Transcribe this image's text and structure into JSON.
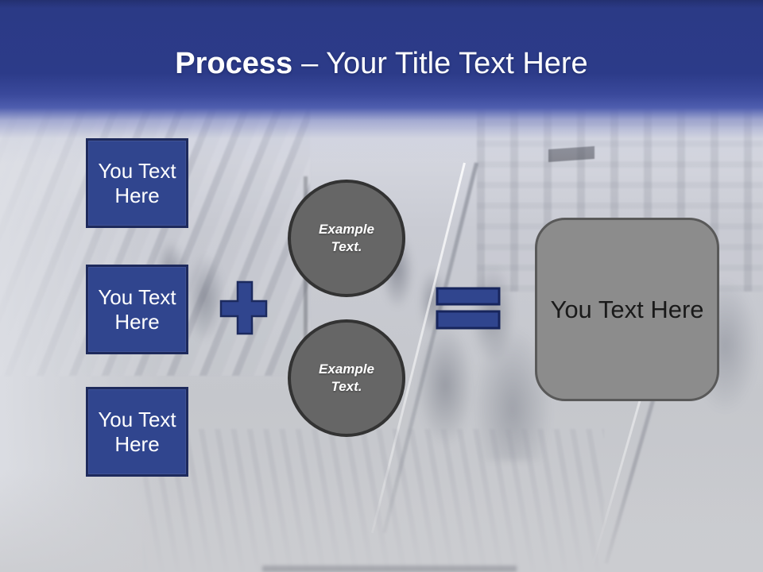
{
  "slide": {
    "title": {
      "bold": "Process",
      "rest": "– Your Title Text Here"
    },
    "left_boxes": [
      {
        "label": "You Text Here"
      },
      {
        "label": "You Text Here"
      },
      {
        "label": "You Text Here"
      }
    ],
    "operators": {
      "first": "plus",
      "second": "equals"
    },
    "circles": [
      {
        "label": "Example Text."
      },
      {
        "label": "Example Text."
      }
    ],
    "result_box": {
      "label": "You Text Here"
    },
    "colors": {
      "accent_blue": "#30458E",
      "shape_border_navy": "#1E2A5C",
      "circle_fill": "#666666",
      "circle_border": "#333333",
      "result_fill": "#8C8C8C",
      "result_border": "#595959",
      "header_blue": "#2C3B89",
      "title_text": "#FFFFFF",
      "result_text": "#1A1A1A"
    }
  }
}
